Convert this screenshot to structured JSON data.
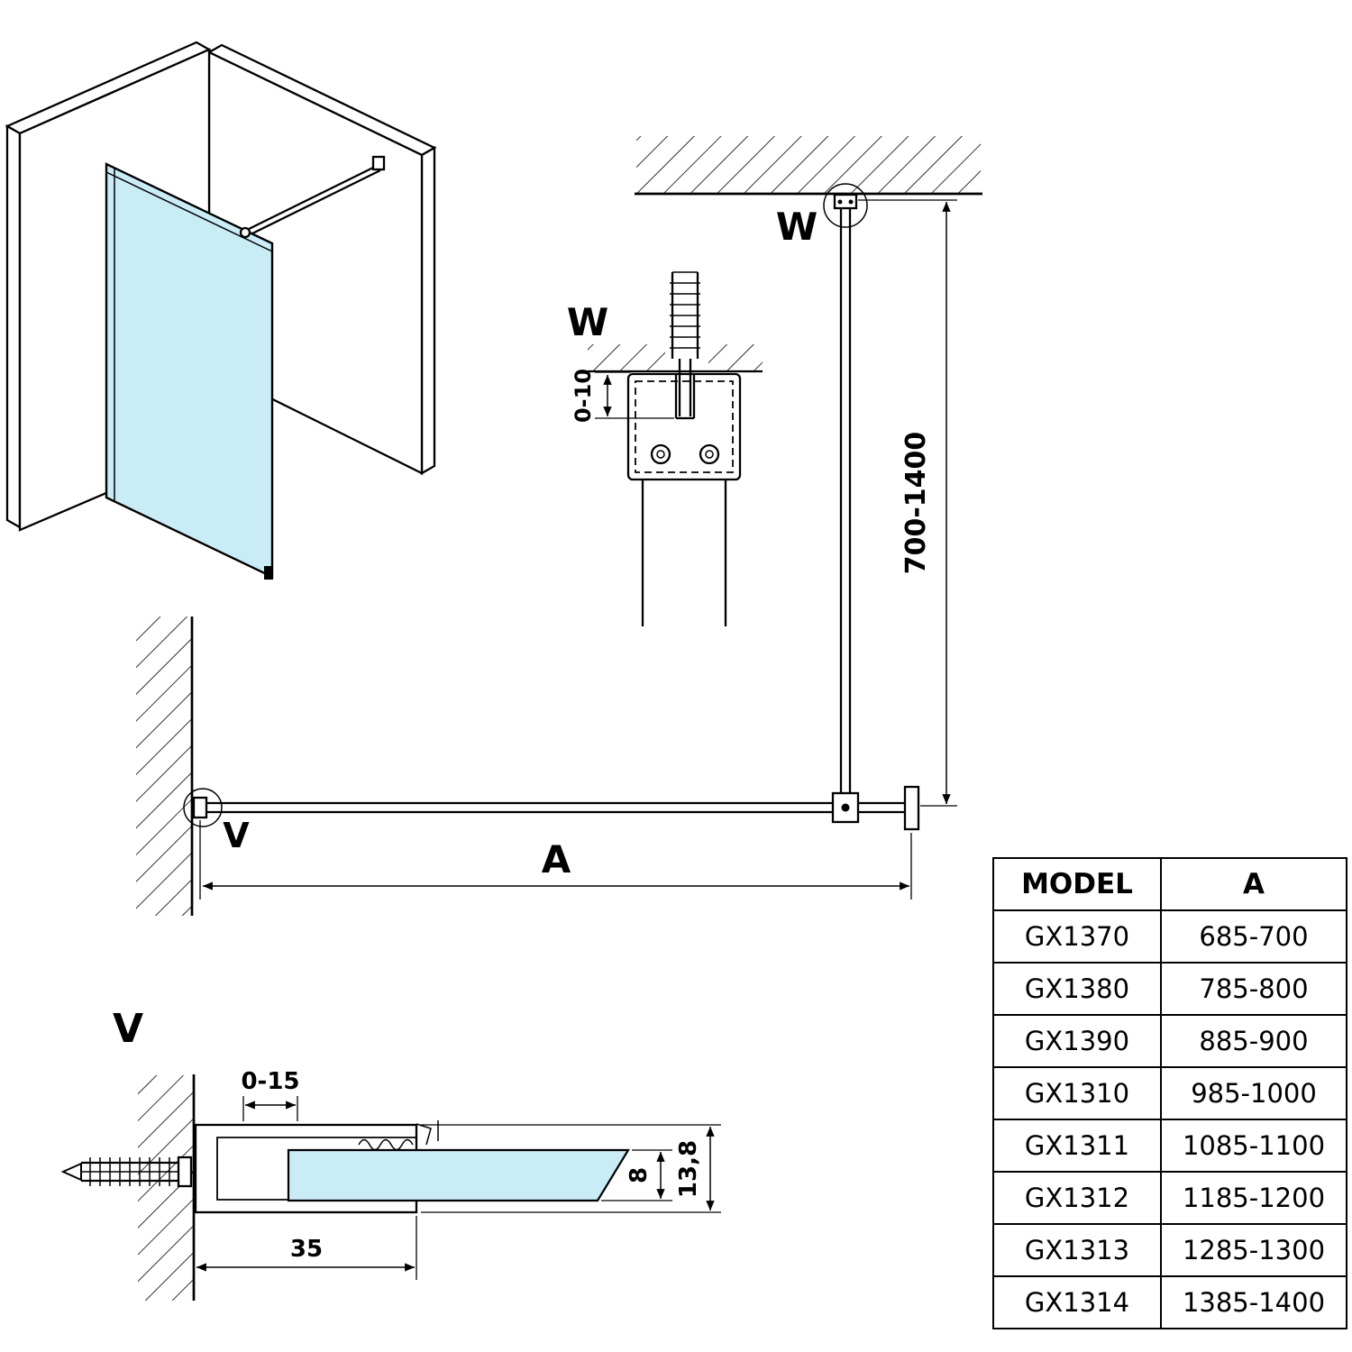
{
  "labels": {
    "detail_w_callout": "W",
    "detail_w_title": "W",
    "detail_v_callout": "V",
    "detail_v_title": "V"
  },
  "dimensions": {
    "bar_length": "700-1400",
    "panel_width": "A",
    "bracket_adjust": "0-10",
    "glass_inset": "0-15",
    "profile_depth": "35",
    "glass_thickness": "8",
    "profile_height": "13,8"
  },
  "table": {
    "col_model": "MODEL",
    "col_a": "A",
    "rows": [
      {
        "model": "GX1370",
        "a": "685-700"
      },
      {
        "model": "GX1380",
        "a": "785-800"
      },
      {
        "model": "GX1390",
        "a": "885-900"
      },
      {
        "model": "GX1310",
        "a": "985-1000"
      },
      {
        "model": "GX1311",
        "a": "1085-1100"
      },
      {
        "model": "GX1312",
        "a": "1185-1200"
      },
      {
        "model": "GX1313",
        "a": "1285-1300"
      },
      {
        "model": "GX1314",
        "a": "1385-1400"
      }
    ]
  },
  "colors": {
    "glass": "#c9ecf7",
    "line": "#000000",
    "background": "#ffffff"
  }
}
